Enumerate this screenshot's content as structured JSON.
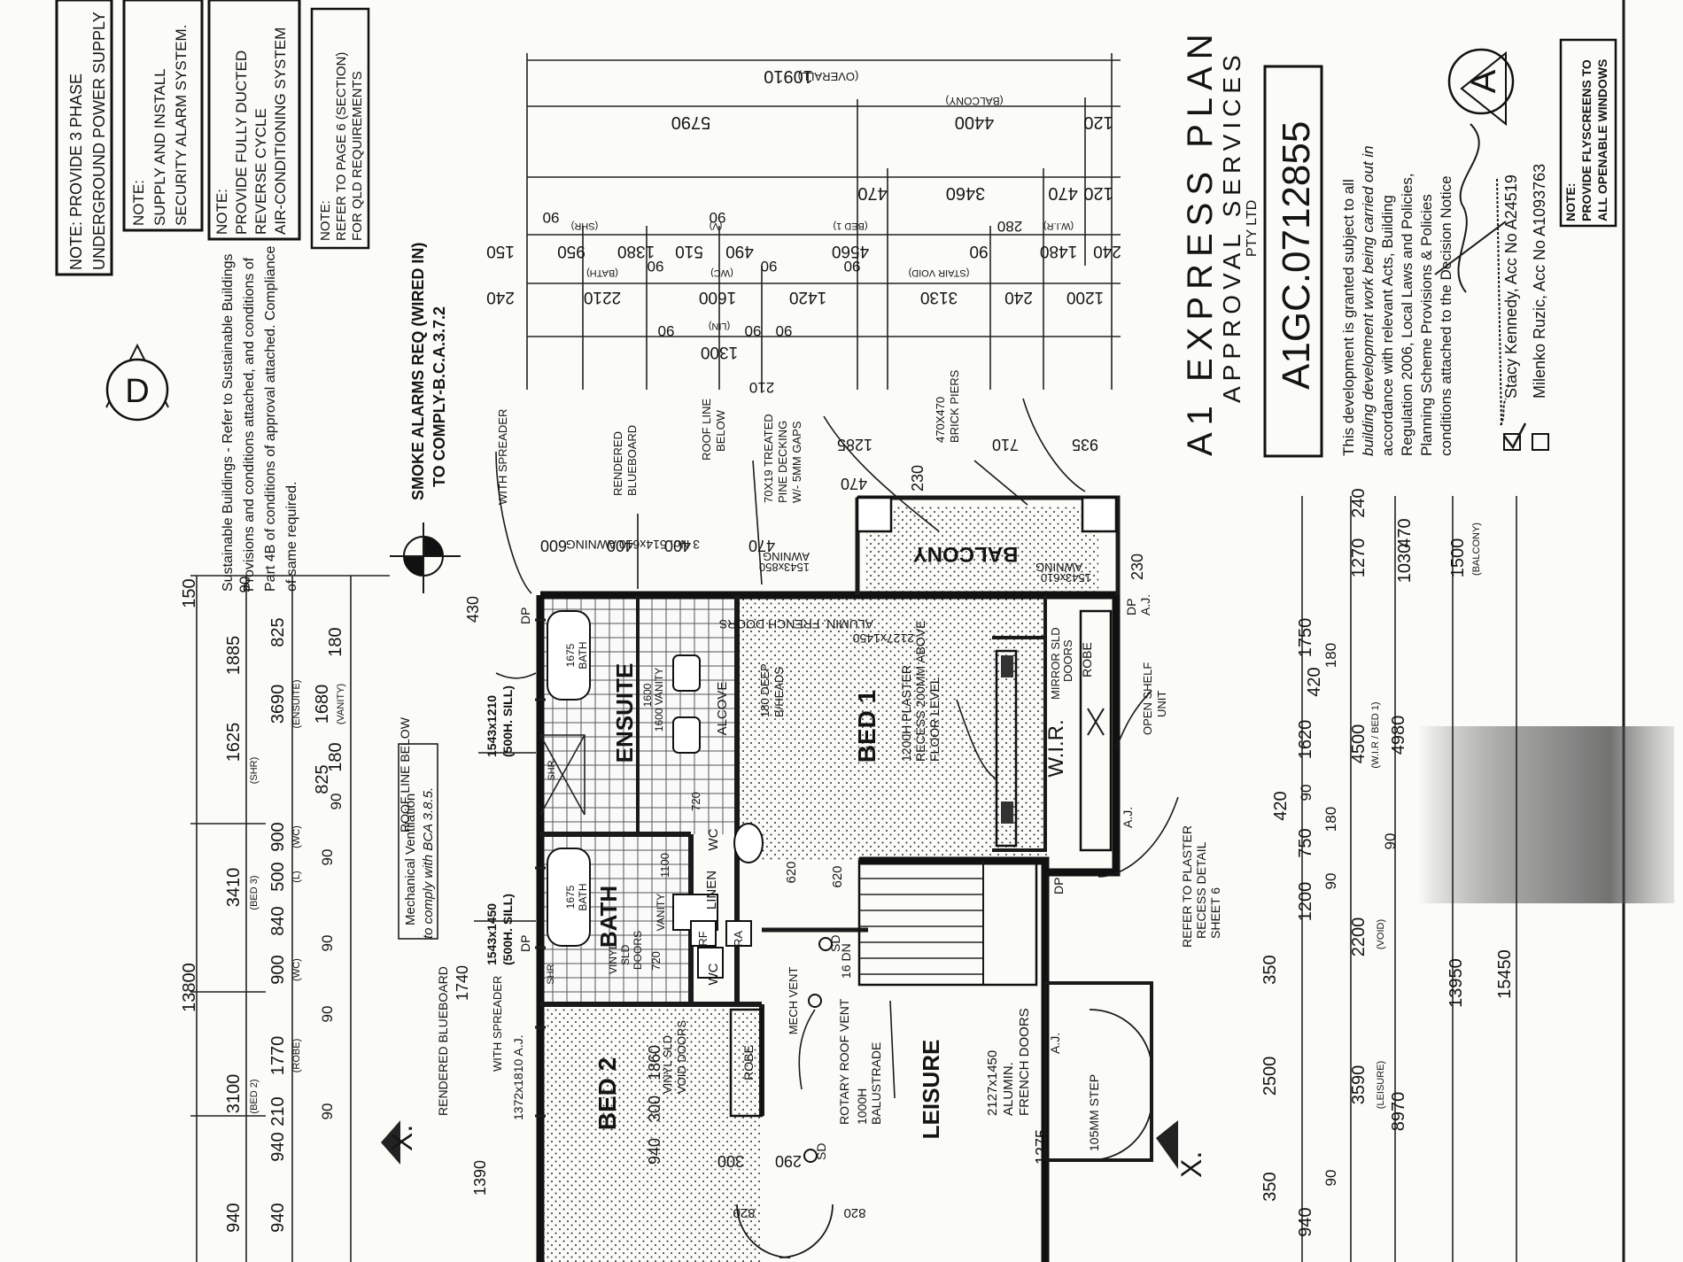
{
  "notes": {
    "power": [
      "NOTE: PROVIDE 3 PHASE",
      "UNDERGROUND POWER SUPPLY"
    ],
    "alarm": [
      "NOTE:",
      "SUPPLY AND INSTALL",
      "SECURITY ALARM SYSTEM."
    ],
    "aircon": [
      "NOTE:",
      "PROVIDE FULLY DUCTED",
      "REVERSE CYCLE",
      "AIR-CONDITIONING SYSTEM"
    ],
    "qld": [
      "NOTE:",
      "REFER TO PAGE 6 (SECTION)",
      "FOR QLD REQUIREMENTS"
    ],
    "sustainable": [
      "Sustainable Buildings - Refer to Sustainable Buildings",
      "Provisions and conditions attached, and conditions of",
      "Part 4B of conditions of approval attached. Compliance",
      "of same required."
    ],
    "smoke": [
      "SMOKE ALARMS REQ (WIRED IN)",
      "TO COMPLY-B.C.A.3.7.2"
    ],
    "flyscreens": [
      "NOTE:",
      "PROVIDE FLYSCREENS TO",
      "ALL OPENABLE WINDOWS"
    ],
    "plaster_recess": [
      "REFER TO PLASTER",
      "RECESS DETAIL",
      "SHEET 6"
    ],
    "ventilation": [
      "Mechanical Ventilation",
      "to comply with BCA 3.8.5."
    ]
  },
  "stamp": {
    "company": [
      "A1 EXPRESS PLAN",
      "APPROVAL SERVICES",
      "PTY LTD"
    ],
    "approval_no": "A1GC.0712855",
    "body": [
      "This development is granted subject to all",
      "building development work being carried out in",
      "accordance with relevant Acts, Building",
      "Regulation 2006, Local Laws and Policies,",
      "Planning Scheme Provisions & Policies",
      "conditions attached to the Decision Notice"
    ],
    "certifier_1": "Stacy Kennedy, Acc No A24519",
    "certifier_2": "Milenko Ruzic, Acc No A1093763",
    "badge": "A",
    "detail_badge": "D"
  },
  "rooms": {
    "bed1": "BED 1",
    "bed2": "BED 2",
    "ensuite": "ENSUITE",
    "bath": "BATH",
    "leisure": "LEISURE",
    "wir": "W.I.R.",
    "balcony": "BALCONY",
    "alcove": "ALCOVE",
    "linen": "LINEN",
    "wc": "WC",
    "robe": "ROBE",
    "shr": "SHR",
    "mech_vent": "MECH VENT",
    "rf": "RF",
    "ra": "RA"
  },
  "labels": {
    "french_doors_bed1": [
      "ALUMIN. FRENCH DOORS",
      "2127x1450"
    ],
    "french_doors_leisure": [
      "2127x1450",
      "ALUMIN.",
      "FRENCH DOORS"
    ],
    "plaster_recess": [
      "1200H PLASTER",
      "RECESS 200MM ABOVE",
      "FLOOR LEVEL"
    ],
    "mirror_doors": [
      "MIRROR SLD",
      "DOORS"
    ],
    "open_shelf": [
      "OPEN SHELF",
      "UNIT"
    ],
    "alcove_deep": [
      "180 DEEP",
      "B/HEADS"
    ],
    "roof_line": [
      "ROOF LINE",
      "BELOW"
    ],
    "roof_line_below": "ROOF LINE BELOW",
    "decking": [
      "70X19 TREATED",
      "PINE DECKING",
      "W/- 5MM GAPS"
    ],
    "brick_piers": [
      "470X470",
      "BRICK PIERS"
    ],
    "bluebaord": [
      "RENDERED",
      "BLUEBOARD"
    ],
    "bluebaord_2": "RENDERED BLUEBOARD",
    "awnings": "3 No. 514x610 AWNING",
    "awning_1543_850": [
      "1543x850",
      "AWNING"
    ],
    "awning_1543_610": [
      "1543x610",
      "AWNING"
    ],
    "window_1543_1210": [
      "1543x1210",
      "(500H. SILL)"
    ],
    "window_1543_1450": [
      "1543x1450",
      "(500H. SILL)"
    ],
    "window_1372": "1372x1810 A.J.",
    "with_spreader": "WITH SPREADER",
    "vinyl_doors": [
      "VINYL SLD",
      "VOID DOORS"
    ],
    "vinyl_doors_bath": [
      "VINYL",
      "SLD",
      "DOORS"
    ],
    "rotary_vent": "ROTARY ROOF VENT",
    "balustrade": [
      "1000H",
      "BALUSTRADE"
    ],
    "step": "105MM STEP",
    "dn": "16 DN",
    "sd": "SD",
    "aj": "A.J.",
    "dp": "DP",
    "dp_aj": [
      "DP",
      "A.J."
    ],
    "section_mark": "X.",
    "vanity": "VANITY",
    "vanity_1600": "1600 VANITY",
    "bath_1675": [
      "1675",
      "BATH"
    ],
    "wc_small": "WC",
    "stair_void": "(STAIR VOID)"
  },
  "dims_top": {
    "overall": "10910",
    "overall_note": "(OVERALL)",
    "d5790": "5790",
    "d4400": "4400",
    "balcony_note": "(BALCONY)",
    "d120": "120",
    "d470a": "470",
    "d3460": "3460",
    "d470b": "470",
    "d120b": "120",
    "row3": [
      "150",
      "950",
      "1380",
      "510",
      "490",
      "4560",
      "90",
      "1480",
      "240"
    ],
    "row3_notes": [
      "(SHR)",
      "(V)",
      "(BED 1)",
      "(W.I.R)"
    ],
    "row3_small": [
      "90",
      "90",
      "280"
    ],
    "row4": [
      "240",
      "2210",
      "1600",
      "1420",
      "3130",
      "240",
      "1200"
    ],
    "row4_notes": [
      "(BATH)",
      "(WC)",
      "(STAIR VOID)"
    ],
    "row4_small": [
      "90",
      "90",
      "90"
    ],
    "row5": [
      "90",
      "1300",
      "90",
      "90",
      "(LIN)",
      "210"
    ],
    "balcony_dims": [
      "1285",
      "470",
      "230",
      "710",
      "935",
      "470",
      "600",
      "400",
      "400",
      "230"
    ]
  },
  "dims_left": {
    "overall": "13800",
    "d150": "150",
    "row1": [
      "1885",
      "1625",
      "3410",
      "3100",
      "940"
    ],
    "row1_notes": [
      "(SHR)",
      "(BED 3)",
      "(BED 2)"
    ],
    "row2": [
      "825",
      "3690",
      "900",
      "500",
      "840",
      "900",
      "1770",
      "210",
      "940",
      "940"
    ],
    "row2_notes": [
      "(ENSUITE)",
      "(WC)",
      "(L)",
      "(WC)",
      "(ROBE)"
    ],
    "row3": [
      "180",
      "1680",
      "180",
      "825",
      "90",
      "90",
      "90",
      "90",
      "90"
    ],
    "row3_notes": [
      "(VANITY)"
    ],
    "small_90": "90",
    "side": [
      "430",
      "1740",
      "1390"
    ]
  },
  "dims_bottom": {
    "row1": [
      "240",
      "1270",
      "470",
      "1030",
      "1500",
      "(BALCONY)",
      "230"
    ],
    "row2": [
      "420",
      "1750",
      "1620",
      "90",
      "180",
      "420",
      "750",
      "180",
      "1200",
      "90",
      "2200"
    ],
    "row3": [
      "4500",
      "4980",
      "(W.I.R / BED 1)",
      "90",
      "(VOID)"
    ],
    "row4": [
      "13950",
      "15450",
      "3590",
      "(LEISURE)",
      "8970",
      "350",
      "2500",
      "350",
      "90",
      "940"
    ],
    "room_dims": [
      "1275",
      "940",
      "300",
      "1860",
      "620",
      "620",
      "720",
      "720",
      "1100",
      "1600",
      "820",
      "820",
      "290",
      "300"
    ]
  }
}
